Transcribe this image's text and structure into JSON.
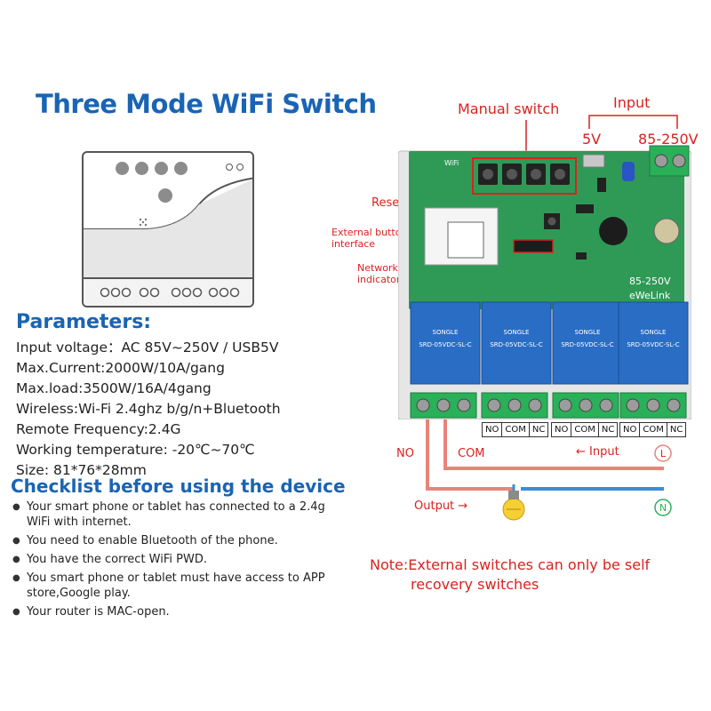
{
  "title": "Three Mode WiFi Switch",
  "parameters": {
    "heading": "Parameters:",
    "items": [
      "Input voltage：AC 85V~250V / USB5V",
      "Max.Current:2000W/10A/gang",
      "Max.load:3500W/16A/4gang",
      "Wireless:Wi-Fi 2.4ghz b/g/n+Bluetooth",
      "Remote Frequency:2.4G",
      "Working temperature: -20℃~70℃",
      "Size: 81*76*28mm"
    ]
  },
  "checklist": {
    "heading": "Checklist before using the device",
    "items": [
      "Your smart phone or tablet has connected to a 2.4g WiFi with internet.",
      "You need to enable Bluetooth of the phone.",
      "You have the correct WiFi PWD.",
      "You smart phone or tablet must have access to APP store,Google play.",
      "Your router is MAC-open."
    ]
  },
  "diagram_labels": {
    "manual_switch": "Manual switch",
    "input": "Input",
    "v5": "5V",
    "v_range": "85-250V",
    "reset": "Reset",
    "external_button": "External button interface",
    "network_indicator": "Network indicator",
    "no": "NO",
    "com": "COM",
    "input_arrow": "←  Input",
    "output": "Output  →",
    "l_symbol": "L",
    "n_symbol": "N"
  },
  "board_text": {
    "brand": "eWeLink",
    "voltage": "85-250V",
    "wifi": "WiFi",
    "relay": "SRD-05VDC-SL-C",
    "relay_brand": "SONGLE"
  },
  "terminal_labels": [
    "NO",
    "COM",
    "NC"
  ],
  "note": {
    "line1": "Note:External switches can only be self",
    "line2": "recovery switches"
  },
  "colors": {
    "title_blue": "#1a64b4",
    "label_red": "#d8231f",
    "pcb_green": "#2f9a56",
    "relay_blue": "#2a6dc4",
    "terminal_green": "#2bb05a",
    "wire_pink": "#e8837a",
    "wire_blue": "#3a8ed6",
    "symbol_green": "#2bb05a"
  }
}
